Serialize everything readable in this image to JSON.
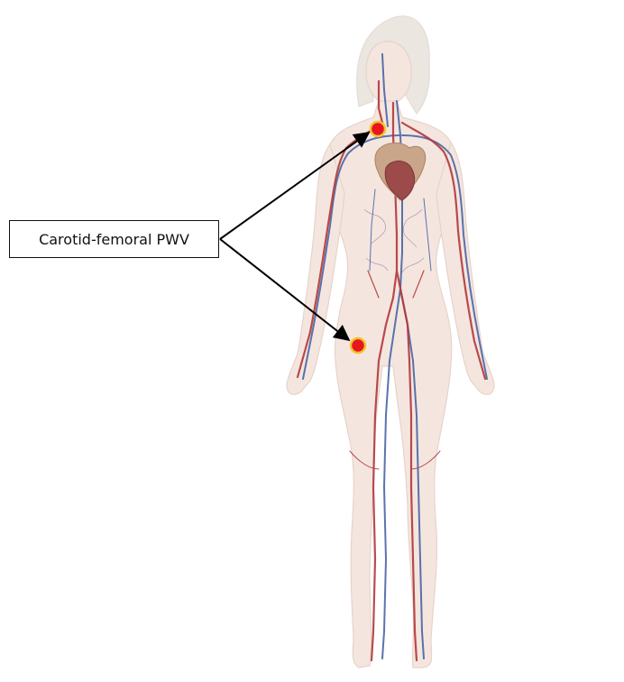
{
  "annotation": {
    "label": "Carotid-femoral PWV",
    "targets": [
      "carotid-artery-marker",
      "femoral-artery-marker"
    ]
  },
  "colors": {
    "skin": "#f4e6df",
    "skin_outline": "#e6d3ca",
    "hair": "#ece6e1",
    "artery": "#b3383b",
    "vein": "#4a64a6",
    "heart": "#9c4a4a",
    "marker_fill": "#e8141e",
    "marker_ring": "#f0c22a",
    "arrow": "#000000"
  },
  "illustration": {
    "subject": "female-body-circulatory-system",
    "layers": [
      "body-silhouette",
      "arteries",
      "veins",
      "heart"
    ]
  }
}
